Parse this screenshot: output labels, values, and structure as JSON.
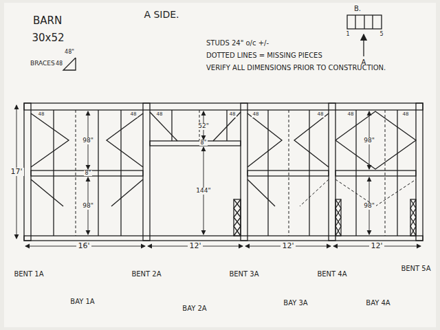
{
  "diagram": {
    "title": "BARN",
    "labels": [
      "30x52",
      "BRACES",
      "48",
      "48\"",
      "A SIDE.",
      "B.",
      "1",
      "5",
      "A",
      "STUDS 24\" o/c +/-",
      "DOTTED LINES = MISSING PIECES",
      "VERIFY ALL DIMENSIONS PRIOR TO CONSTRUCTION.",
      "17'",
      "48",
      "48",
      "48",
      "48",
      "48",
      "48",
      "48",
      "48",
      "98\"",
      "8\"",
      "98\"",
      "52\"",
      "8\"",
      "144\"",
      "98\"",
      "98\"",
      "16'",
      "12'",
      "12'",
      "12'",
      "BENT 1A",
      "BENT 2A",
      "BENT 3A",
      "BENT 4A",
      "BENT 5A",
      "BAY 1A",
      "BAY 2A",
      "BAY 3A",
      "BAY 4A"
    ]
  }
}
